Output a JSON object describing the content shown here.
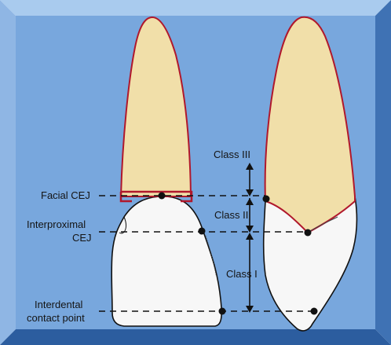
{
  "colors": {
    "frame_light": "#9fc3ea",
    "frame_dark": "#2f63a8",
    "panel": "#78a7dd",
    "crown": "#f1dfa9",
    "crown_outline": "#b0182c",
    "root": "#f7f7f7",
    "line": "#111111"
  },
  "labels": {
    "facial_cej": "Facial CEJ",
    "interproximal_line1": "Interproximal",
    "interproximal_line2": "CEJ",
    "contact_line1": "Interdental",
    "contact_line2": "contact point",
    "class_3": "Class III",
    "class_2": "Class II",
    "class_1": "Class I"
  },
  "icons": [
    "arrow-up-icon",
    "arrow-down-icon",
    "dot-marker-icon"
  ]
}
